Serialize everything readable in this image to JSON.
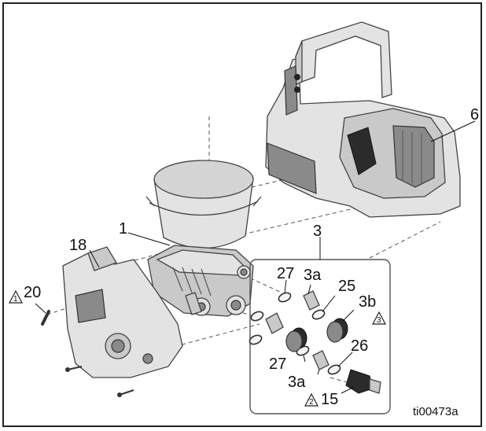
{
  "figure_id": "ti00473a",
  "callouts": {
    "c1": "1",
    "c3": "3",
    "c3a_top": "3a",
    "c3a_bottom": "3a",
    "c3b": "3b",
    "c6": "6",
    "c15": "15",
    "c18": "18",
    "c20": "20",
    "c25": "25",
    "c26": "26",
    "c27_top": "27",
    "c27_bottom": "27"
  },
  "warnings": {
    "w1": "1",
    "w2": "2",
    "w3": "3"
  },
  "colors": {
    "part_fill": "#e3e3e3",
    "outline": "#444444",
    "dark_accent": "#2b2b2b"
  }
}
